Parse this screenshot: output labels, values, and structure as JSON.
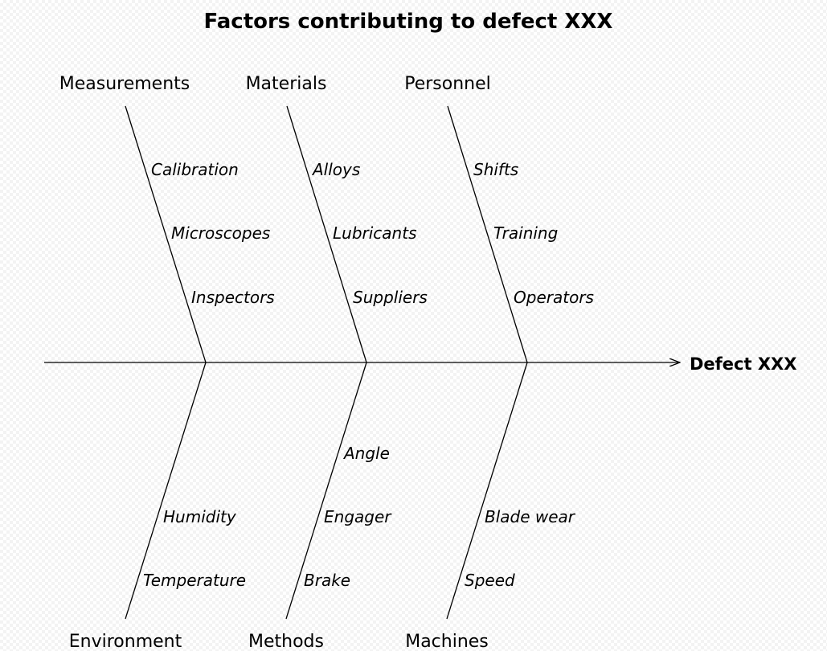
{
  "title": "Factors contributing to defect XXX",
  "effect": "Defect XXX",
  "categories": {
    "measurements": {
      "label": "Measurements",
      "causes": [
        "Calibration",
        "Microscopes",
        "Inspectors"
      ]
    },
    "materials": {
      "label": "Materials",
      "causes": [
        "Alloys",
        "Lubricants",
        "Suppliers"
      ]
    },
    "personnel": {
      "label": "Personnel",
      "causes": [
        "Shifts",
        "Training",
        "Operators"
      ]
    },
    "environment": {
      "label": "Environment",
      "causes": [
        "Humidity",
        "Temperature"
      ]
    },
    "methods": {
      "label": "Methods",
      "causes": [
        "Angle",
        "Engager",
        "Brake"
      ]
    },
    "machines": {
      "label": "Machines",
      "causes": [
        "Blade wear",
        "Speed"
      ]
    }
  }
}
